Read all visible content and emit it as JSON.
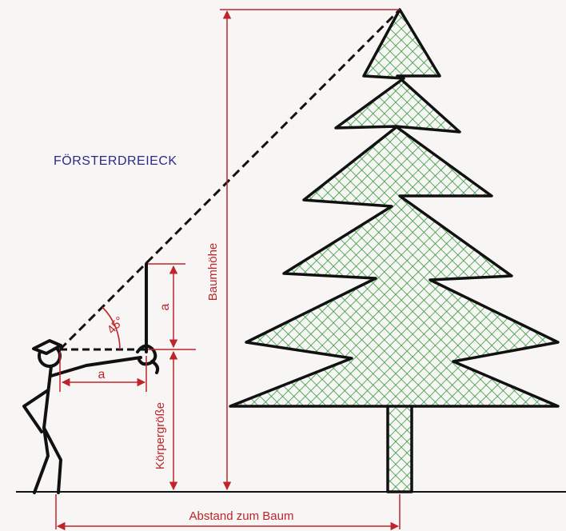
{
  "title": "FÖRSTERDREIECK",
  "labels": {
    "tree_height": "Baumhöhe",
    "body_height": "Körpergröße",
    "distance": "Abstand zum Baum",
    "a_vertical": "a",
    "a_horizontal": "a",
    "angle": "45°"
  },
  "colors": {
    "title": "#2a2a8a",
    "dimension": "#c0242a",
    "tree_fill": "#2f9a3a",
    "outline": "#111111",
    "background": "#f7f6f5"
  }
}
